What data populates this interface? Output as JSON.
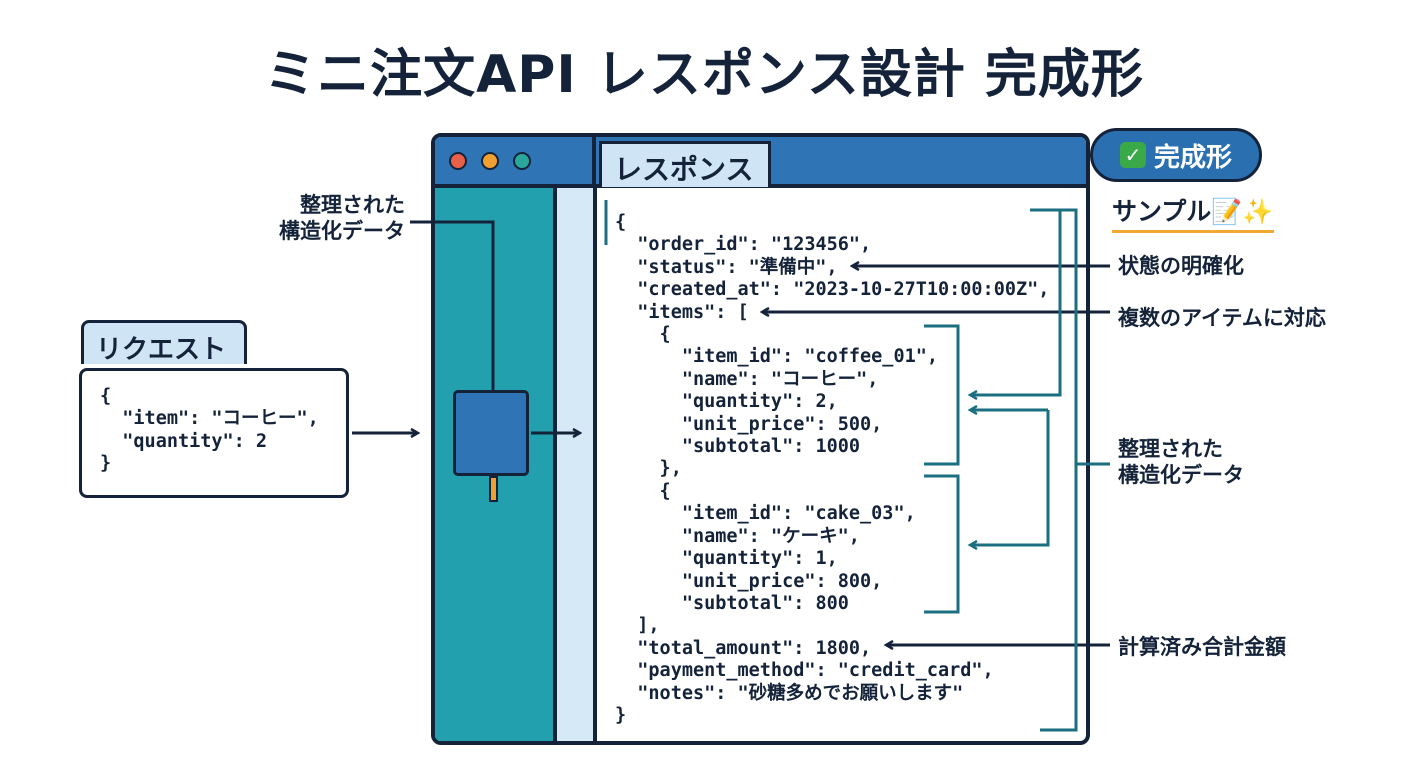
{
  "title": "ミニ注文API レスポンス設計 完成形",
  "request": {
    "tab_label": "リクエスト",
    "code": "{\n  \"item\": \"コーヒー\",\n  \"quantity\": 2\n}"
  },
  "response": {
    "tab_label": "レスポンス",
    "code": "{\n  \"order_id\": \"123456\",\n  \"status\": \"準備中\",\n  \"created_at\": \"2023-10-27T10:00:00Z\",\n  \"items\": [\n    {\n      \"item_id\": \"coffee_01\",\n      \"name\": \"コーヒー\",\n      \"quantity\": 2,\n      \"unit_price\": 500,\n      \"subtotal\": 1000\n    },\n    {\n      \"item_id\": \"cake_03\",\n      \"name\": \"ケーキ\",\n      \"quantity\": 1,\n      \"unit_price\": 800,\n      \"subtotal\": 800\n  ],\n  \"total_amount\": 1800,\n  \"payment_method\": \"credit_card\",\n  \"notes\": \"砂糖多めでお願いします\"\n}"
  },
  "badge": {
    "label": "完成形",
    "icon": "check-icon"
  },
  "sample_label": "サンプル📝✨",
  "callouts": {
    "left_structured_1": "整理された",
    "left_structured_2": "構造化データ",
    "status": "状態の明確化",
    "items": "複数のアイテムに対応",
    "right_structured_1": "整理された",
    "right_structured_2": "構造化データ",
    "total": "計算済み合計金額"
  },
  "colors": {
    "navy": "#14233a",
    "blue": "#2f75b5",
    "teal": "#22a0ad",
    "light_blue": "#cfe5f5",
    "bracket_teal": "#1b6f80",
    "orange": "#f0a030",
    "dot_red": "#e8604a",
    "dot_orange": "#f0a030",
    "dot_teal": "#2aa79a"
  }
}
